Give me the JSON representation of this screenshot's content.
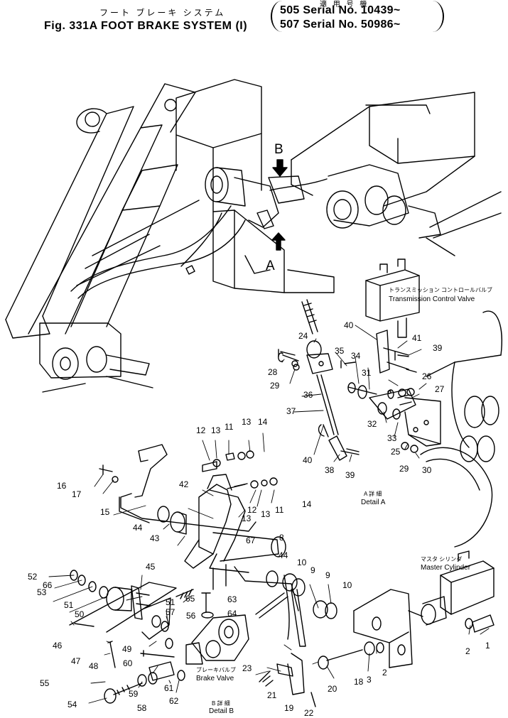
{
  "header": {
    "title_jp": "フート ブレーキ システム",
    "title": "Fig. 331A FOOT BRAKE SYSTEM (I)",
    "applicable_jp": "適 用 号 機",
    "serial_lines": [
      "505 Serial No. 10439~",
      "507 Serial No. 50986~"
    ]
  },
  "view_labels": [
    "A",
    "B"
  ],
  "callouts": [
    {
      "label": "Transmission Control Valve",
      "jp": "トランスミッション コントロールバルブ"
    },
    {
      "label": "Master Cylinder",
      "jp": "マスタ シリンダ"
    },
    {
      "label": "Brake Valve",
      "jp": "ブレーキバルブ"
    },
    {
      "label": "Detail A",
      "jp": "A 詳 細"
    },
    {
      "label": "Detail B",
      "jp": "B 詳 細"
    }
  ],
  "part_numbers": [
    "1",
    "2",
    "2",
    "3",
    "8",
    "9",
    "9",
    "10",
    "10",
    "11",
    "11",
    "12",
    "12",
    "13",
    "13",
    "13",
    "13",
    "14",
    "14",
    "15",
    "16",
    "17",
    "18",
    "19",
    "20",
    "21",
    "22",
    "23",
    "24",
    "25",
    "26",
    "27",
    "28",
    "29",
    "29",
    "30",
    "31",
    "32",
    "33",
    "34",
    "35",
    "36",
    "37",
    "38",
    "39",
    "39",
    "40",
    "40",
    "41",
    "42",
    "43",
    "44",
    "44",
    "45",
    "46",
    "47",
    "48",
    "49",
    "50",
    "51",
    "51",
    "52",
    "53",
    "54",
    "55",
    "56",
    "57",
    "58",
    "59",
    "60",
    "61",
    "62",
    "63",
    "64",
    "65",
    "66",
    "67"
  ]
}
